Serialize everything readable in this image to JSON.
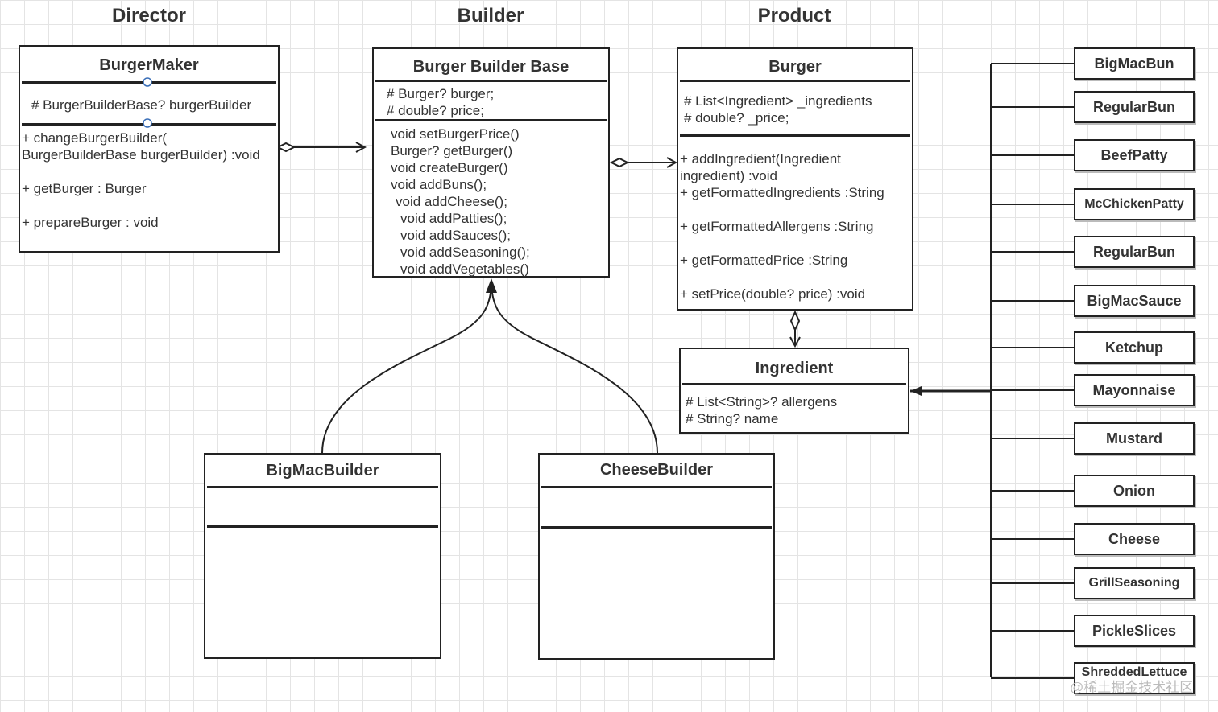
{
  "headings": {
    "director": "Director",
    "builder": "Builder",
    "product": "Product"
  },
  "burger_maker": {
    "name": "BurgerMaker",
    "attributes": [
      "# BurgerBuilderBase? burgerBuilder"
    ],
    "methods": [
      "+ changeBurgerBuilder(",
      "BurgerBuilderBase burgerBuilder)  :void",
      "+ getBurger   : Burger",
      "+ prepareBurger   : void"
    ]
  },
  "burger_builder_base": {
    "name": "Burger Builder Base",
    "attributes": [
      "# Burger? burger;",
      "# double? price;"
    ],
    "methods": [
      "void setBurgerPrice()",
      "Burger? getBurger()",
      "void createBurger()",
      "void addBuns();",
      "void addCheese();",
      "void addPatties();",
      "void addSauces();",
      "void addSeasoning();",
      "void addVegetables()"
    ]
  },
  "burger": {
    "name": "Burger",
    "attributes": [
      "#  List<Ingredient> _ingredients",
      "#  double? _price;"
    ],
    "methods": [
      "+ addIngredient(Ingredient",
      "ingredient) :void",
      "+ getFormattedIngredients :String",
      "+ getFormattedAllergens :String",
      "+ getFormattedPrice :String",
      "+ setPrice(double? price) :void"
    ]
  },
  "ingredient": {
    "name": "Ingredient",
    "attributes": [
      "# List<String>? allergens",
      "# String? name"
    ]
  },
  "bigmac_builder": {
    "name": "BigMacBuilder"
  },
  "cheese_builder": {
    "name": "CheeseBuilder"
  },
  "ingredients_list": [
    "BigMacBun",
    "RegularBun",
    "BeefPatty",
    "McChickenPatty",
    "RegularBun",
    "BigMacSauce",
    "Ketchup",
    "Mayonnaise",
    "Mustard",
    "Onion",
    "Cheese",
    "GrillSeasoning",
    "PickleSlices",
    "ShreddedLettuce"
  ],
  "watermark": "@稀土掘金技术社区"
}
